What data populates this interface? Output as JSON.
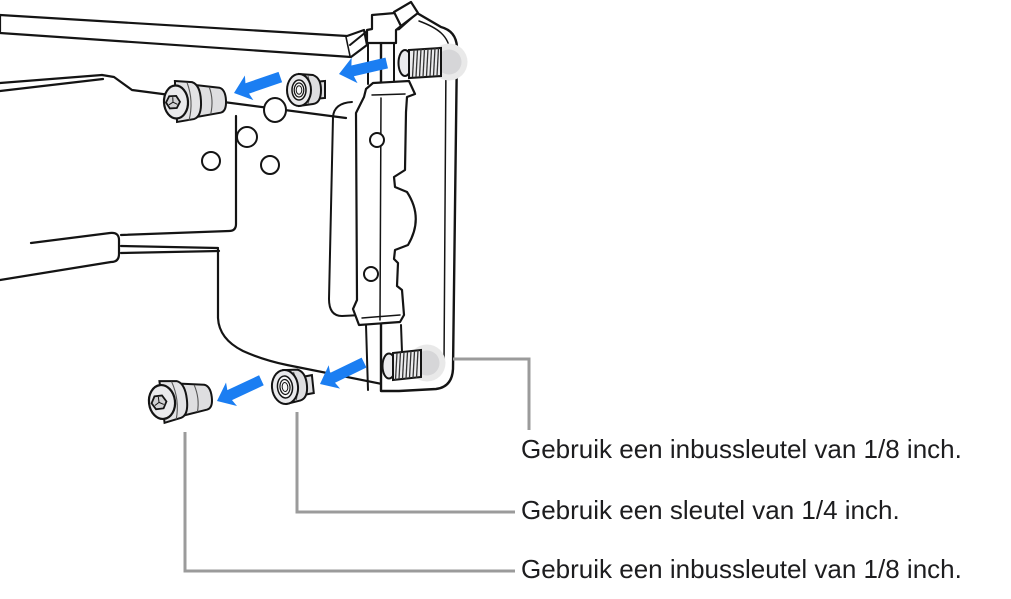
{
  "illustration": {
    "name": "rack-rail-fastener-diagram",
    "arrows": [
      {
        "icon": "arrow-left-icon",
        "row": "top",
        "position": "right"
      },
      {
        "icon": "arrow-left-icon",
        "row": "top",
        "position": "left"
      },
      {
        "icon": "arrow-left-icon",
        "row": "bottom",
        "position": "right"
      },
      {
        "icon": "arrow-left-icon",
        "row": "bottom",
        "position": "left"
      }
    ]
  },
  "callouts": [
    {
      "label": "Gebruik een inbussleutel van 1/8 inch."
    },
    {
      "label": "Gebruik een sleutel van 1/4 inch."
    },
    {
      "label": "Gebruik een inbussleutel van 1/8 inch."
    }
  ],
  "colors": {
    "arrow_blue": "#1b7ef2",
    "leader_gray": "#9b9b9b",
    "label_text": "#1d1d1f",
    "line_black": "#141414",
    "metal_light": "#eaeaec",
    "metal_mid": "#dedee0",
    "collar_outer": "#e9e9e9",
    "collar_inner": "#d6d6d8",
    "background": "#ffffff"
  }
}
